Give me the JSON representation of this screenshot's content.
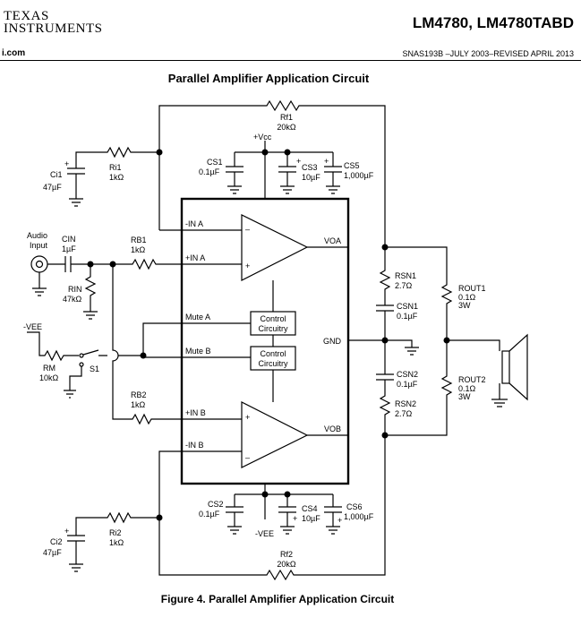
{
  "header": {
    "logo_line1": "TEXAS",
    "logo_line2": "INSTRUMENTS",
    "part": "LM4780, LM4780TABD",
    "url_fragment": "i.com",
    "doc": "SNAS193B –JULY 2003–REVISED APRIL 2013"
  },
  "title": "Parallel Amplifier Application Circuit",
  "caption": "Figure 4.  Parallel Amplifier Application Circuit",
  "labels": {
    "rf1": "Rf1",
    "rf1_val": "20kΩ",
    "vcc": "+Vcc",
    "cs1": "CS1",
    "cs1_val": "0.1µF",
    "cs3": "CS3",
    "cs3_val": "10µF",
    "cs5": "CS5",
    "cs5_val": "1,000µF",
    "ri1": "Ri1",
    "ri1_val": "1kΩ",
    "ci1": "Ci1",
    "ci1_val": "47µF",
    "audio_input_1": "Audio",
    "audio_input_2": "Input",
    "cin": "CIN",
    "cin_val": "1µF",
    "rb1": "RB1",
    "rb1_val": "1kΩ",
    "rin": "RIN",
    "rin_val": "47kΩ",
    "neg_vee": "-VEE",
    "rm": "RM",
    "rm_val": "10kΩ",
    "s1": "S1",
    "rb2": "RB2",
    "rb2_val": "1kΩ",
    "pin_in_a_neg": "-IN A",
    "pin_in_a_pos": "+IN A",
    "pin_mute_a": "Mute A",
    "pin_mute_b": "Mute B",
    "pin_in_b_pos": "+IN B",
    "pin_in_b_neg": "-IN B",
    "pin_voa": "VOA",
    "pin_gnd": "GND",
    "pin_vob": "VOB",
    "control_1": "Control",
    "control_2": "Circuitry",
    "rsn1": "RSN1",
    "rsn1_val": "2.7Ω",
    "csn1": "CSN1",
    "csn1_val": "0.1µF",
    "csn2": "CSN2",
    "csn2_val": "0.1µF",
    "rsn2": "RSN2",
    "rsn2_val": "2.7Ω",
    "rout1": "ROUT1",
    "rout1_val1": "0.1Ω",
    "rout1_val2": "3W",
    "rout2": "ROUT2",
    "rout2_val1": "0.1Ω",
    "rout2_val2": "3W",
    "cs2": "CS2",
    "cs2_val": "0.1µF",
    "cs4": "CS4",
    "cs4_val": "10µF",
    "cs6": "CS6",
    "cs6_val": "1,000µF",
    "vee_bottom": "-VEE",
    "ci2": "Ci2",
    "ci2_val": "47µF",
    "ri2": "Ri2",
    "ri2_val": "1kΩ",
    "rf2": "Rf2",
    "rf2_val": "20kΩ",
    "plus": "+",
    "minus": "–"
  }
}
